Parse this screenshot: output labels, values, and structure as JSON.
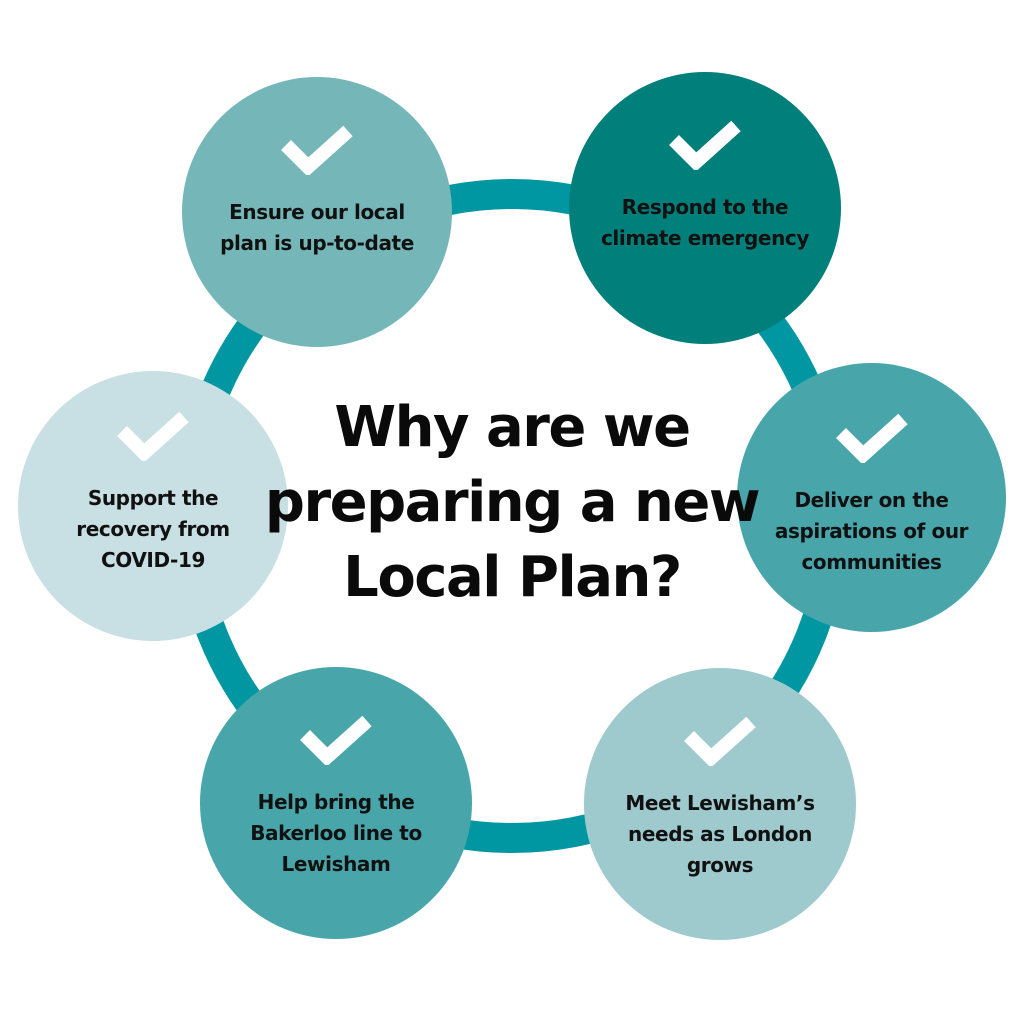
{
  "title": "Why are we preparing a new Local Plan?",
  "title_lines": [
    "Why are we",
    "preparing a new",
    "Local Plan?"
  ],
  "ring_color": "#0097a3",
  "nodes": [
    {
      "label": "Ensure our local plan is up-to-date",
      "lines": [
        "Ensure our local",
        "plan is up-to-date"
      ],
      "color": "#75b6b8",
      "icon": "check-icon"
    },
    {
      "label": "Respond to the climate emergency",
      "lines": [
        "Respond to the",
        "climate emergency"
      ],
      "color": "#007f7b",
      "icon": "check-icon"
    },
    {
      "label": "Deliver on the aspirations of our communities",
      "lines": [
        "Deliver on the",
        "aspirations of our",
        "communities"
      ],
      "color": "#48a6aa",
      "icon": "check-icon"
    },
    {
      "label": "Meet Lewisham's needs as London grows",
      "lines": [
        "Meet Lewisham’s",
        "needs as London",
        "grows"
      ],
      "color": "#9ecace",
      "icon": "check-icon"
    },
    {
      "label": "Help bring the Bakerloo line to Lewisham",
      "lines": [
        "Help bring the",
        "Bakerloo line to",
        "Lewisham"
      ],
      "color": "#48a6aa",
      "icon": "check-icon"
    },
    {
      "label": "Support the recovery from COVID-19",
      "lines": [
        "Support the",
        "recovery from",
        "COVID-19"
      ],
      "color": "#c8dfe3",
      "icon": "check-icon"
    }
  ]
}
